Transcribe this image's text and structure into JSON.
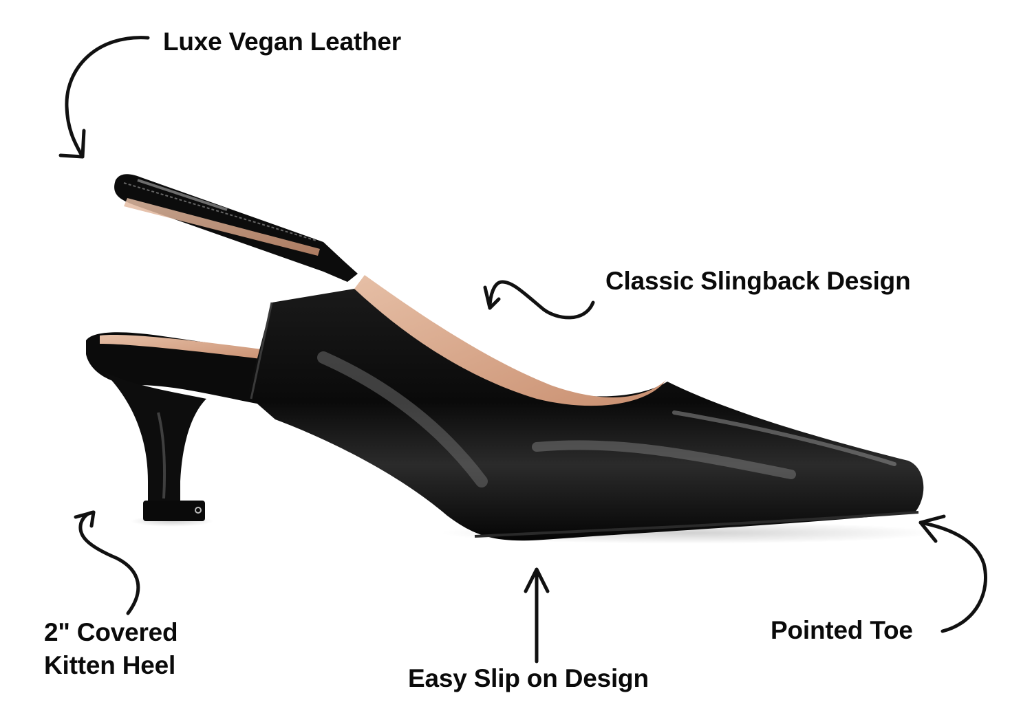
{
  "diagram": {
    "subject": "Black patent slingback kitten-heel pump",
    "colors": {
      "background": "#ffffff",
      "text": "#0a0a0a",
      "arrow": "#111111",
      "shoe_patent": "#0b0b0b",
      "shoe_highlight": "#5a5a5a",
      "lining": "#d9a78a"
    },
    "callouts": [
      {
        "id": "luxe-vegan-leather",
        "text": "Luxe Vegan Leather",
        "arrow": "curved-down-left"
      },
      {
        "id": "classic-slingback-design",
        "text": "Classic Slingback Design",
        "arrow": "wavy-left"
      },
      {
        "id": "covered-kitten-heel",
        "lines": [
          "2\" Covered",
          "Kitten Heel"
        ],
        "arrow": "s-curve-up"
      },
      {
        "id": "easy-slip-on-design",
        "text": "Easy Slip on Design",
        "arrow": "straight-up"
      },
      {
        "id": "pointed-toe",
        "text": "Pointed Toe",
        "arrow": "curved-up-left"
      }
    ]
  }
}
